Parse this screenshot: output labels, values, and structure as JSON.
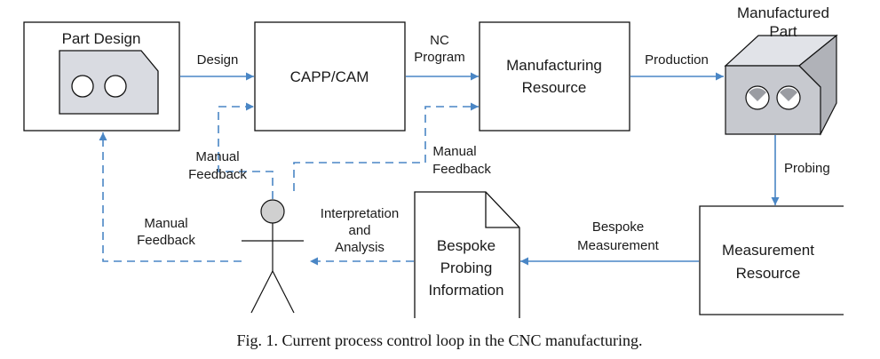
{
  "nodes": {
    "part_design": "Part Design",
    "capp_cam": "CAPP/CAM",
    "manufacturing_resource": [
      "Manufacturing",
      "Resource"
    ],
    "manufactured_part": [
      "Manufactured",
      "Part"
    ],
    "measurement_resource": [
      "Measurement",
      "Resource"
    ],
    "bespoke_probing_information": [
      "Bespoke",
      "Probing",
      "Information"
    ]
  },
  "edges": {
    "design": "Design",
    "nc_program": [
      "NC",
      "Program"
    ],
    "production": "Production",
    "probing": "Probing",
    "bespoke_measurement": [
      "Bespoke",
      "Measurement"
    ],
    "interpretation_and_analysis": [
      "Interpretation",
      "and",
      "Analysis"
    ],
    "manual_feedback_capp": [
      "Manual",
      "Feedback"
    ],
    "manual_feedback_manufacturing": [
      "Manual",
      "Feedback"
    ],
    "manual_feedback_design": [
      "Manual",
      "Feedback"
    ]
  },
  "caption": "Fig. 1. Current process control loop in the CNC manufacturing.",
  "colors": {
    "arrow": "#4a86c5",
    "box_stroke": "#111111",
    "part_fill": "#c7c9cf",
    "part_shadow": "#b0b2b8",
    "plate_fill": "#d9dbe1",
    "person_head": "#d0d0d0"
  }
}
